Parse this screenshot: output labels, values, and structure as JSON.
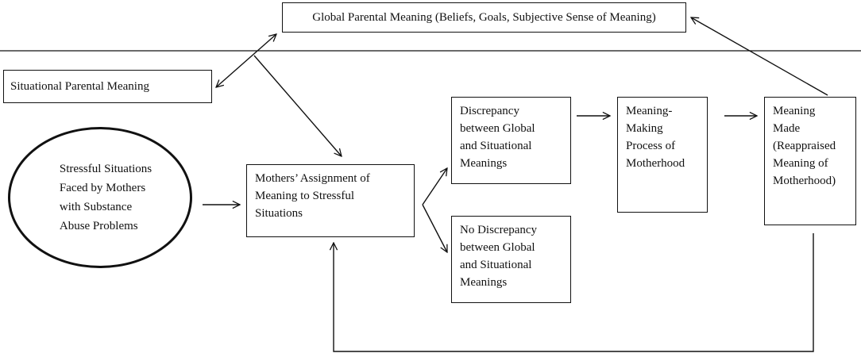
{
  "nodes": {
    "global_meaning": "Global Parental Meaning (Beliefs, Goals, Subjective Sense of Meaning)",
    "situational_meaning": "Situational Parental Meaning",
    "stressful_situations": "Stressful Situations\nFaced by Mothers\nwith Substance\nAbuse Problems",
    "assignment_of_meaning": "Mothers’ Assignment of\nMeaning to Stressful\nSituations",
    "discrepancy": "Discrepancy\nbetween Global\nand Situational\nMeanings",
    "no_discrepancy": "No Discrepancy\nbetween Global\nand Situational\nMeanings",
    "meaning_making_process": "Meaning-\nMaking\nProcess of\nMotherhood",
    "meaning_made": "Meaning\nMade\n(Reappraised\nMeaning of\nMotherhood)"
  },
  "style": {
    "line_color": "#111111",
    "background": "#ffffff"
  }
}
